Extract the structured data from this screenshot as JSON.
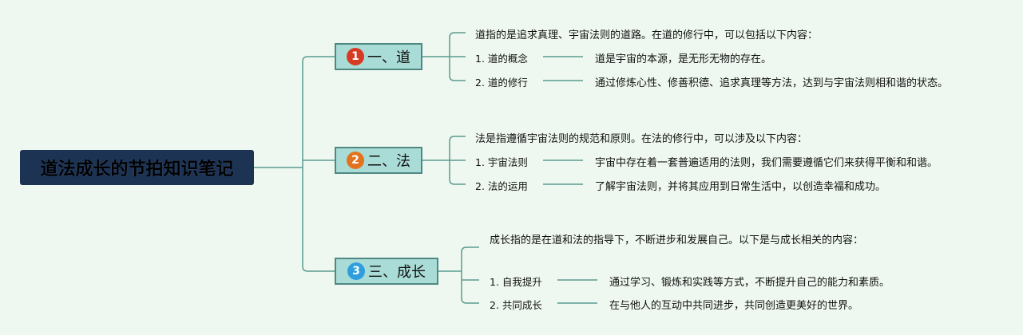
{
  "root": {
    "label": "道法成长的节拍知识笔记"
  },
  "branches": [
    {
      "number": "1",
      "badge_color": "#d63a22",
      "label": "一、道",
      "intro": "道指的是追求真理、宇宙法则的道路。在道的修行中，可以包括以下内容：",
      "items": [
        {
          "label": "1. 道的概念",
          "desc": "道是宇宙的本源，是无形无物的存在。"
        },
        {
          "label": "2. 道的修行",
          "desc": "通过修炼心性、修善积德、追求真理等方法，达到与宇宙法则相和谐的状态。"
        }
      ]
    },
    {
      "number": "2",
      "badge_color": "#e3731f",
      "label": "二、法",
      "intro": "法是指遵循宇宙法则的规范和原则。在法的修行中，可以涉及以下内容：",
      "items": [
        {
          "label": "1. 宇宙法则",
          "desc": "宇宙中存在着一套普遍适用的法则，我们需要遵循它们来获得平衡和和谐。"
        },
        {
          "label": "2. 法的运用",
          "desc": "了解宇宙法则，并将其应用到日常生活中，以创造幸福和成功。"
        }
      ]
    },
    {
      "number": "3",
      "badge_color": "#2f9ede",
      "label": "三、成长",
      "intro": "成长指的是在道和法的指导下，不断进步和发展自己。以下是与成长相关的内容：",
      "items": [
        {
          "label": "1. 自我提升",
          "desc": "通过学习、锻炼和实践等方式，不断提升自己的能力和素质。"
        },
        {
          "label": "2. 共同成长",
          "desc": "在与他人的互动中共同进步，共同创造更美好的世界。"
        }
      ]
    }
  ]
}
